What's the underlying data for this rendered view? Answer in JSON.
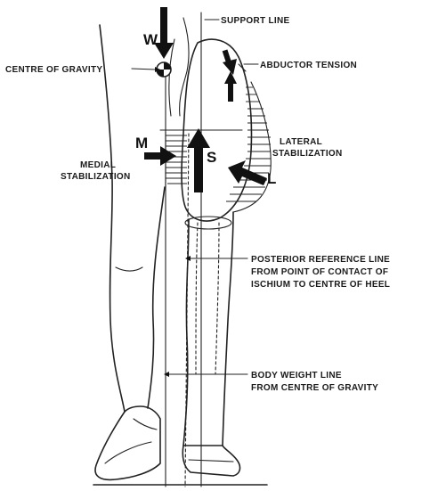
{
  "labels": {
    "support_line": "SUPPORT LINE",
    "weight": "W",
    "centre_of_gravity": "CENTRE OF GRAVITY",
    "abductor_tension": "ABDUCTOR TENSION",
    "medial_force": "M",
    "lateral_stabilization_line1": "LATERAL",
    "lateral_stabilization_line2": "STABILIZATION",
    "medial_stabilization_line1": "MEDIAL",
    "medial_stabilization_line2": "STABILIZATION",
    "support_force": "S",
    "lateral_force": "L",
    "posterior_reference_line1": "POSTERIOR REFERENCE LINE",
    "posterior_reference_line2": "FROM POINT OF CONTACT OF",
    "posterior_reference_line3": "ISCHIUM TO CENTRE OF HEEL",
    "body_weight_line1": "BODY WEIGHT LINE",
    "body_weight_line2": "FROM CENTRE OF GRAVITY"
  },
  "colors": {
    "ink": "#222222",
    "background": "#ffffff"
  }
}
